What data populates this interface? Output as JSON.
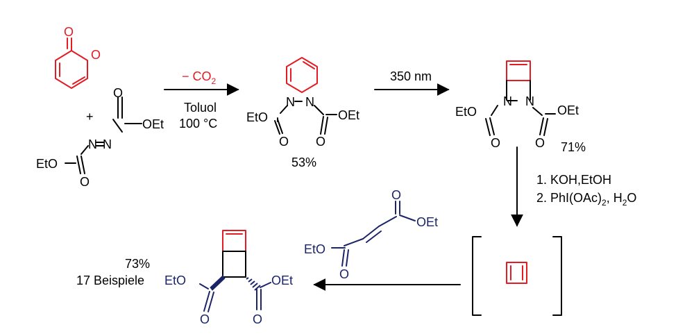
{
  "colors": {
    "highlight": "#e31b23",
    "product": "#1a2466",
    "text": "#000000"
  },
  "pyrone": {
    "oxygen_carbonyl": "O",
    "oxygen_ring": "O",
    "plus": "+"
  },
  "azo_reagent": {
    "n1": "N",
    "n2": "N",
    "o1": "O",
    "o2": "O",
    "oet1": "OEt",
    "eto": "EtO"
  },
  "step1": {
    "minus": "− CO",
    "subscript": "2",
    "solvent": "Toluol",
    "temperature": "100 °C"
  },
  "dihydropyridazine": {
    "n_left": "N",
    "n_right": "N",
    "eto": "EtO",
    "oet": "OEt",
    "o_left": "O",
    "o_right": "O",
    "yield": "53%"
  },
  "step2": {
    "condition": "350 nm"
  },
  "bicycle": {
    "n_left": "N",
    "n_right": "N",
    "eto": "EtO",
    "oet": "OEt",
    "o_left": "O",
    "o_right": "O",
    "yield": "71%"
  },
  "step3": {
    "line1": "1. KOH,EtOH",
    "line2_a": "2. PhI(OAc)",
    "line2_sub": "2",
    "line2_b": ", H",
    "line2_sub2": "2",
    "line2_c": "O"
  },
  "fumarate": {
    "o_top": "O",
    "oet": "OEt",
    "eto": "EtO",
    "o_bottom": "O"
  },
  "product": {
    "eto": "EtO",
    "oet": "OEt",
    "o_left": "O",
    "o_right": "O",
    "yield": "73%",
    "examples": "17 Beispiele"
  }
}
